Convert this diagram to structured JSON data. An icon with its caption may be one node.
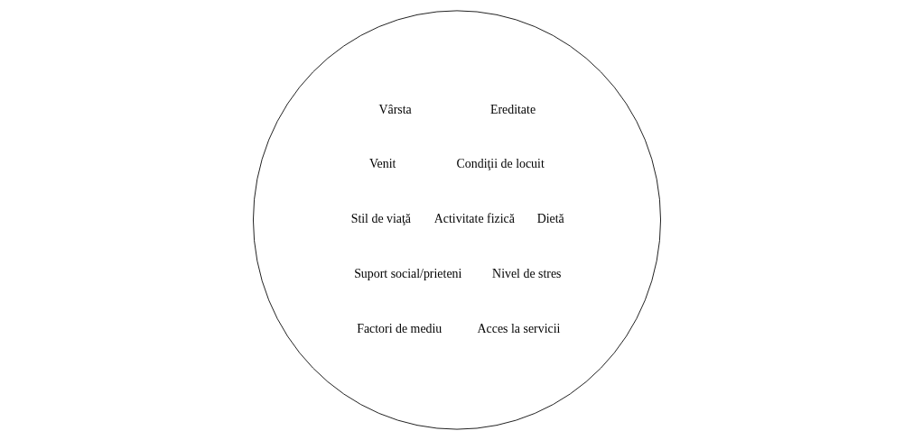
{
  "diagram": {
    "nodes": [
      {
        "text": [
          "Vârsta",
          "Ereditate",
          "Venit",
          "Condiţii de locuit",
          "Stil de viaţă",
          "Activitate fizică",
          "Dietă",
          "Suport social/prieteni",
          "Nivel de stres",
          "Factori de mediu",
          "Acces la servicii"
        ]
      }
    ]
  }
}
